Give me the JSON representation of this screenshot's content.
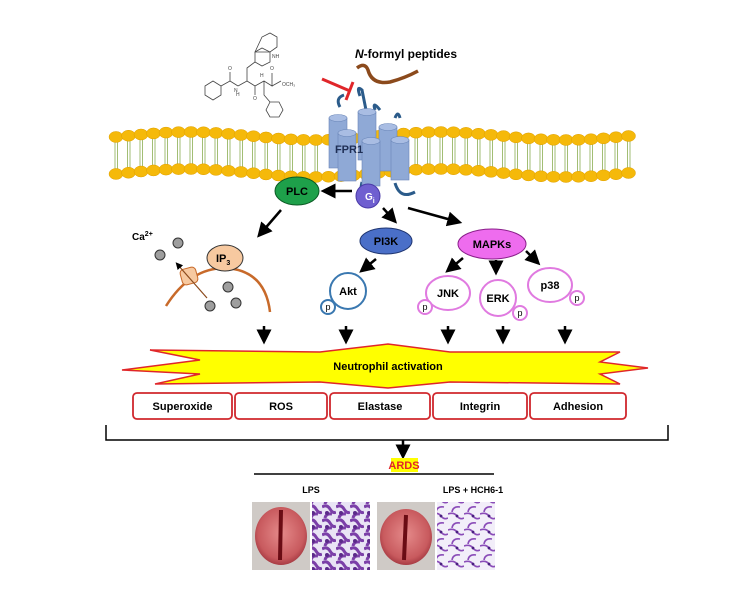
{
  "receptor": {
    "label": "FPR1",
    "color": "#8fa9d6"
  },
  "ligand": {
    "label_italic": "N",
    "label_rest": "-formyl peptides",
    "color": "#8b4a1c"
  },
  "inhibitor": {
    "structure_labels": [
      "NH",
      "H",
      "N",
      "O",
      "O",
      "O",
      "OCH₃",
      "H"
    ],
    "color": "#e0262a"
  },
  "g_protein": {
    "label": "G",
    "sub": "i",
    "color": "#6f5fd0"
  },
  "nodes": {
    "plc": {
      "label": "PLC",
      "color": "#1ea04a"
    },
    "pi3k": {
      "label": "PI3K",
      "color": "#4a6fc8"
    },
    "mapks": {
      "label": "MAPKs",
      "color": "#ee6cee"
    },
    "ip3": {
      "label": "IP",
      "sub": "3",
      "color": "#f7c9a0"
    },
    "calcium": {
      "label": "Ca",
      "sup": "2+"
    },
    "akt": {
      "label": "Akt",
      "p": "p"
    },
    "jnk": {
      "label": "JNK",
      "p": "p"
    },
    "erk": {
      "label": "ERK",
      "p": "p"
    },
    "p38": {
      "label": "p38",
      "p": "p"
    }
  },
  "activation": {
    "label": "Neutrophil activation",
    "fill": "#ffff00",
    "stroke": "#e0262a"
  },
  "outcomes": [
    "Superoxide",
    "ROS",
    "Elastase",
    "Integrin",
    "Adhesion"
  ],
  "disease": {
    "label": "ARDS",
    "highlight": "#ffff00",
    "color": "#e0262a"
  },
  "panels": [
    {
      "label": "LPS"
    },
    {
      "label": "LPS + HCH6-1"
    }
  ]
}
